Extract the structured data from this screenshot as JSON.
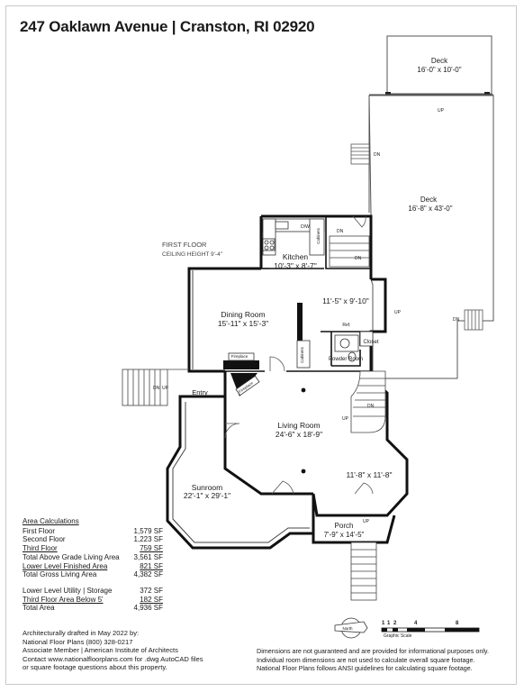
{
  "title": "247 Oaklawn Avenue | Cranston, RI 02920",
  "floor": {
    "label": "FIRST FLOOR",
    "ceiling": "CEILING HEIGHT 9'-4\""
  },
  "rooms": {
    "deck_upper": {
      "name": "Deck",
      "dims": "16'-0\" x 10'-0\""
    },
    "deck_main": {
      "name": "Deck",
      "dims": "16'-8\" x 43'-0\""
    },
    "kitchen": {
      "name": "Kitchen",
      "dims": "10'-3\" x 8'-7\""
    },
    "dining": {
      "name": "Dining Room",
      "dims": "15'-11\" x 15'-3\""
    },
    "kitchen_area": {
      "dims": "11'-5\" x 9'-10\""
    },
    "living": {
      "name": "Living Room",
      "dims": "24'-6\" x 18'-9\""
    },
    "bay": {
      "dims": "11'-8\" x 11'-8\""
    },
    "sunroom": {
      "name": "Sunroom",
      "dims": "22'-1\" x 29'-1\""
    },
    "porch": {
      "name": "Porch",
      "dims": "7'-9\" x 14'-5\""
    },
    "entry": {
      "name": "Entry"
    },
    "powder": {
      "name": "Powder Room"
    },
    "closet": {
      "name": "Closet"
    }
  },
  "small_labels": {
    "dw": "D/W",
    "cabinets": "Cabinets",
    "ref": "Ref.",
    "fireplace": "Fireplace",
    "up": "UP",
    "dn": "DN"
  },
  "area_calculations": {
    "header": "Area Calculations",
    "rows": [
      {
        "label": "First Floor",
        "value": "1,579 SF"
      },
      {
        "label": "Second Floor",
        "value": "1,223 SF"
      },
      {
        "label": "Third Floor",
        "value": "759 SF"
      },
      {
        "label": "Total Above Grade Living Area",
        "value": "3,561 SF"
      },
      {
        "label": "Lower Level Finished Area",
        "value": "821 SF"
      },
      {
        "label": "Total Gross Living Area",
        "value": "4,382 SF"
      }
    ],
    "rows2": [
      {
        "label": "Lower Level Utility | Storage",
        "value": "372 SF"
      },
      {
        "label": "Third Floor Area Below 5'",
        "value": "182 SF"
      },
      {
        "label": "Total Area",
        "value": "4,936 SF"
      }
    ]
  },
  "credits": [
    "Architecturally drafted in May 2022 by:",
    "National Floor Plans  (800) 328-0217",
    "Associate Member | American Institute of Architects",
    "Contact www.nationalfloorplans.com  for .dwg AutoCAD files",
    "or square footage questions about this property."
  ],
  "disclaimer": [
    "Dimensions are not guaranteed and are provided for informational purposes only.",
    "Individual room dimensions are not used to calculate overall square footage.",
    "National Floor Plans follows ANSI guidelines for calculating square footage."
  ],
  "north": "North",
  "scale": {
    "caption": "Graphic Scale",
    "ticks": [
      "1",
      "1",
      "2",
      "4",
      "8"
    ]
  }
}
